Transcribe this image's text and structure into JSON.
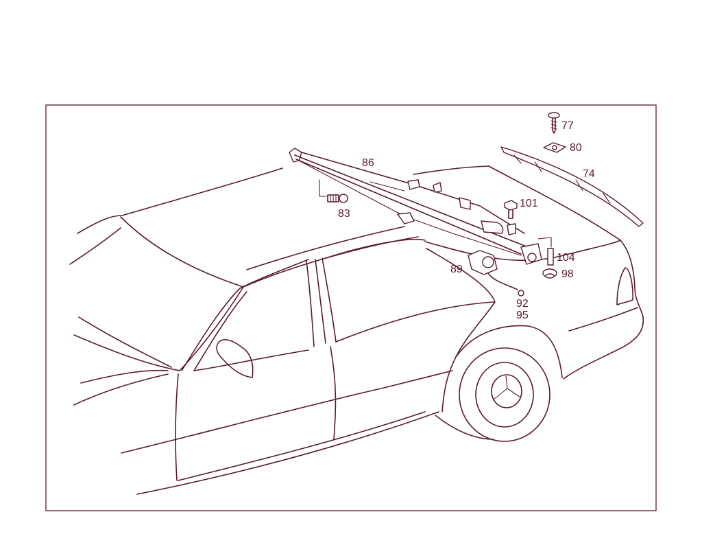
{
  "colors": {
    "ink": "#5a1a2a",
    "frame": "#5a1a2a",
    "background": "#ffffff"
  },
  "diagram": {
    "callouts": {
      "c77": "77",
      "c80": "80",
      "c74": "74",
      "c86": "86",
      "c101": "101",
      "c83": "83",
      "c104": "104",
      "c98": "98",
      "c89": "89",
      "c92": "92",
      "c95": "95"
    }
  }
}
